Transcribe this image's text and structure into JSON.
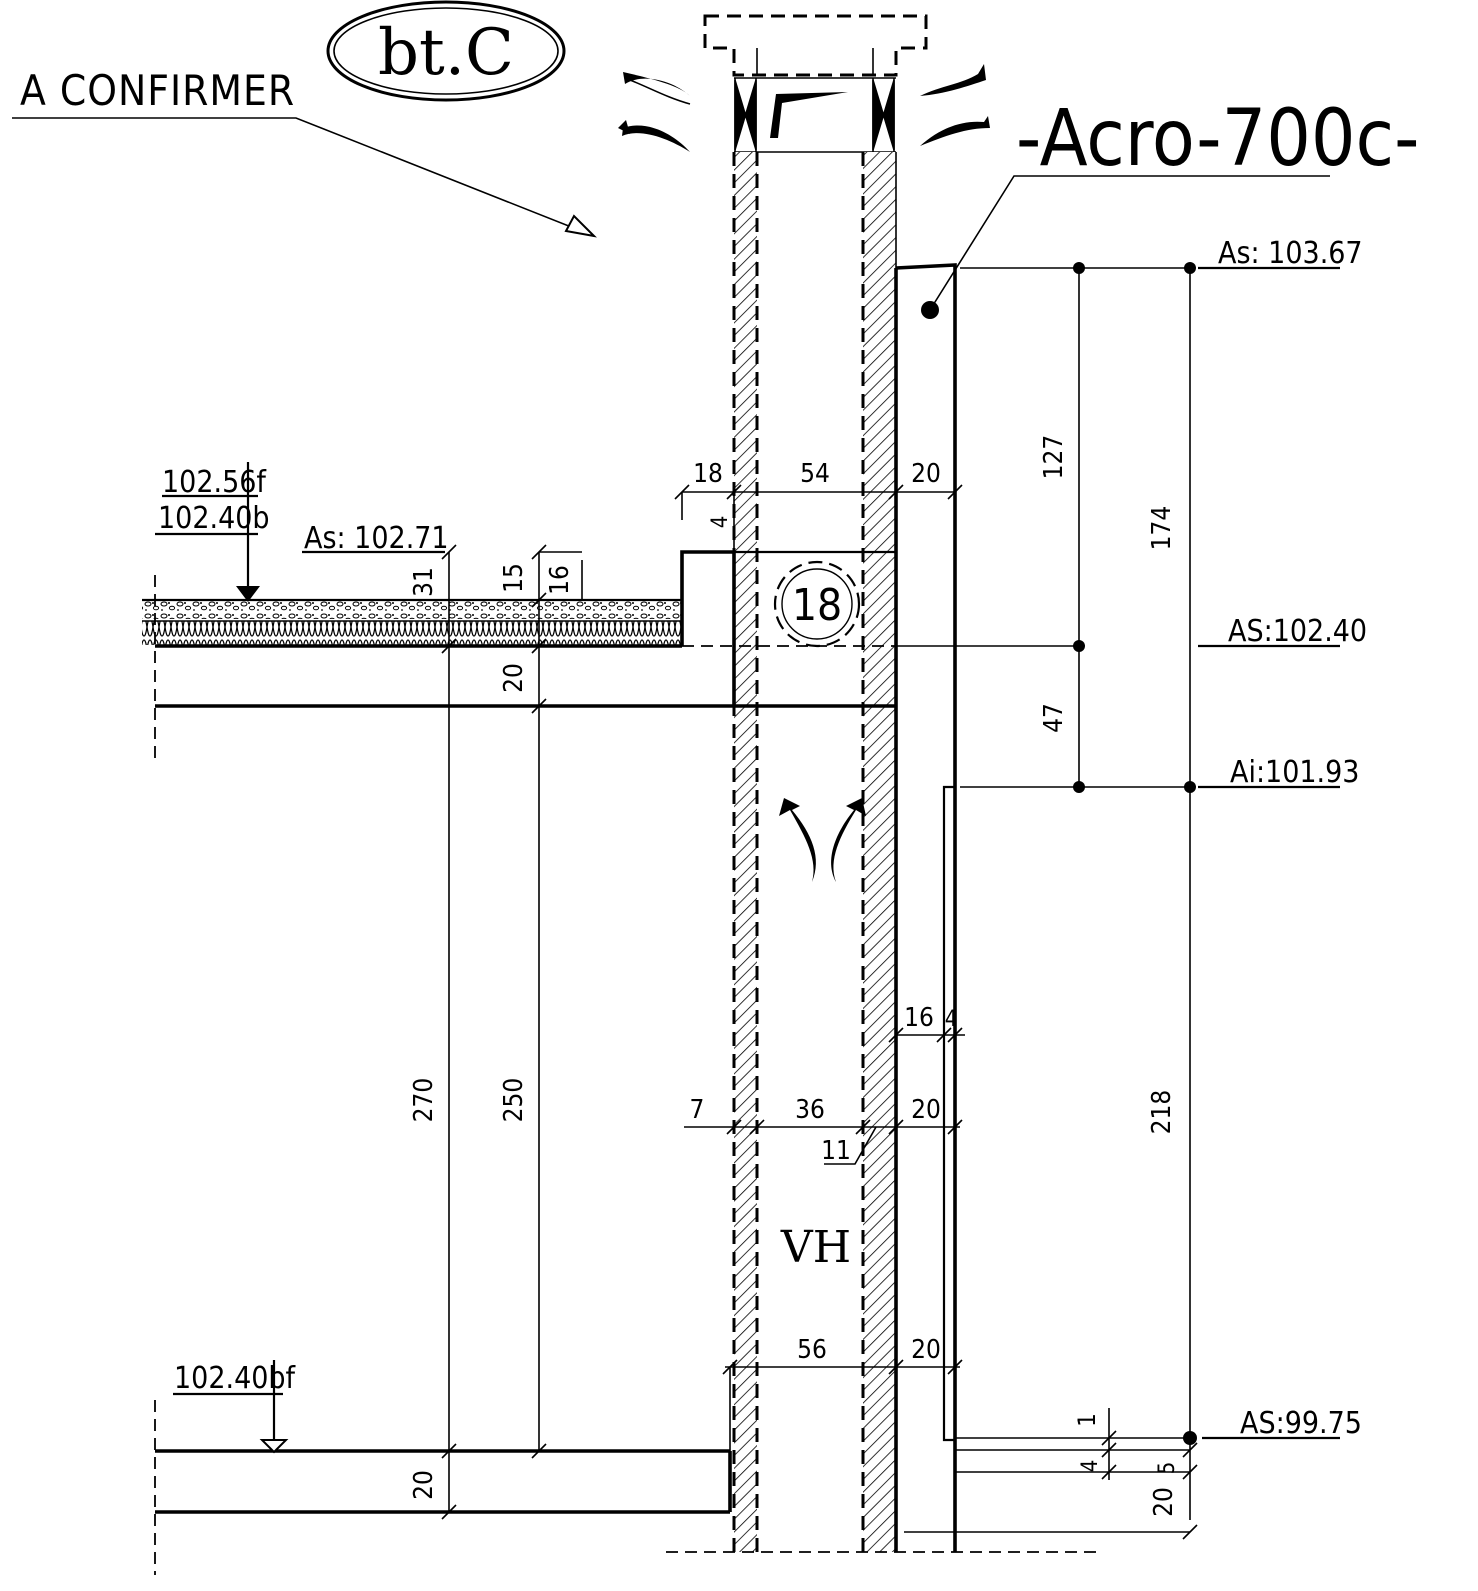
{
  "stamp": {
    "text": "bt.C"
  },
  "note": {
    "text": "A CONFIRMER"
  },
  "product": {
    "text": "-Acro-700c-"
  },
  "levels": {
    "as_top": "As: 103.67",
    "as_roof": "As: 102.71",
    "as_mid": "AS:102.40",
    "ai": "Ai:101.93",
    "as_bottom": "AS:99.75",
    "floor_f": "102.56f",
    "floor_b": "102.40b",
    "lower_floor": "102.40bf"
  },
  "dims": {
    "d18_top": "18",
    "d54": "54",
    "d20_top": "20",
    "d4_top": "4",
    "d31": "31",
    "d15": "15",
    "d16_roof": "16",
    "d20_slab": "20",
    "d127": "127",
    "d47": "47",
    "d174": "174",
    "d270": "270",
    "d250": "250",
    "d16_mid": "16",
    "d4_mid": "4",
    "d7": "7",
    "d36": "36",
    "d20_mid": "20",
    "d11": "11",
    "d56": "56",
    "d20_low": "20",
    "d218": "218",
    "d1": "1",
    "d4_low": "4",
    "d5": "5",
    "d20_bottom": "20",
    "d20_lowslab": "20"
  },
  "callout": {
    "number": "18"
  },
  "shaft": {
    "label": "VH"
  }
}
